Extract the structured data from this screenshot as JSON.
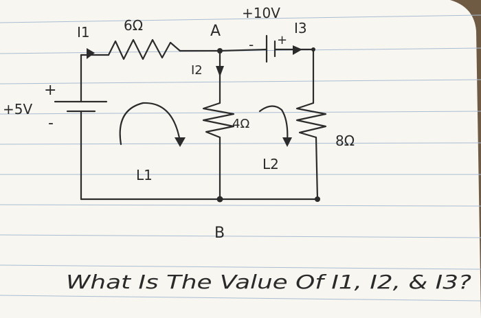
{
  "circuit": {
    "voltage_left": "+5V",
    "voltage_left_plus": "+",
    "voltage_left_minus": "-",
    "voltage_top": "+10V",
    "voltage_top_minus": "-",
    "voltage_top_plus": "+",
    "resistor_top": "6Ω",
    "resistor_mid": "4Ω",
    "resistor_right": "8Ω",
    "current_1": "I1",
    "current_2": "I2",
    "current_3": "I3",
    "node_a": "A",
    "node_b": "B",
    "loop_1": "L1",
    "loop_2": "L2"
  },
  "question": "What Is The Value Of I1, I2, & I3?",
  "colors": {
    "paper": "#f7f6f1",
    "ink": "#2b2b2b",
    "rule_line": "#a9bcd2",
    "margin_bg": "#6f5a44"
  }
}
